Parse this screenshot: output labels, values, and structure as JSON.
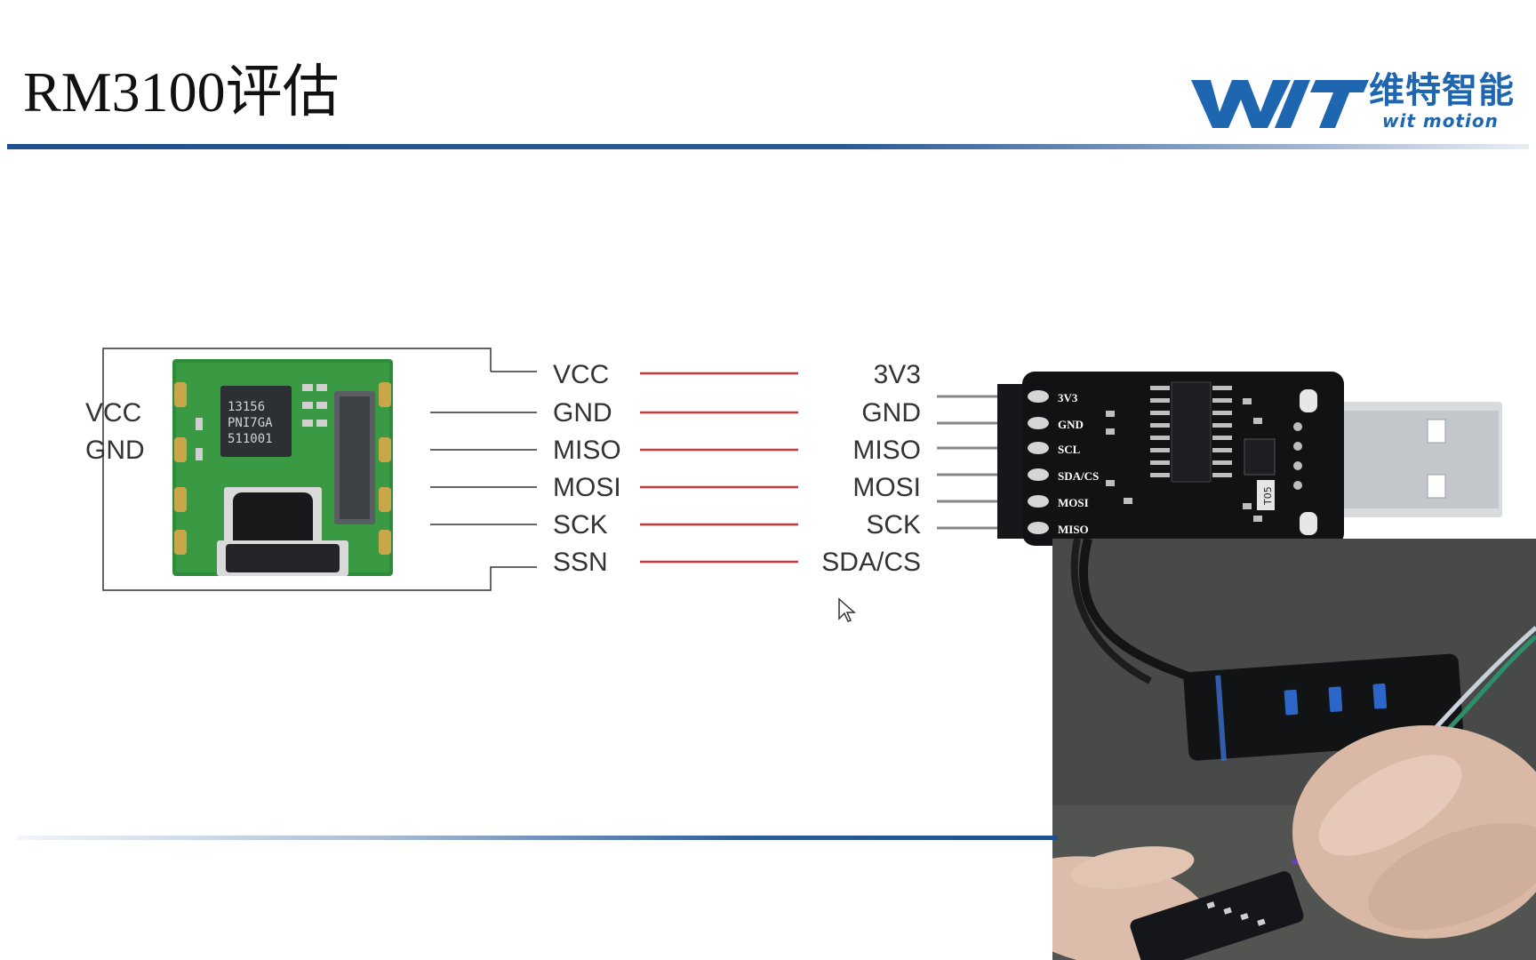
{
  "header": {
    "title": "RM3100评估",
    "logo_cn": "维特智能",
    "logo_en": "wit motion"
  },
  "sensor_board": {
    "side_labels": [
      "VCC",
      "GND"
    ],
    "chip_marking": [
      "13156",
      "PNI7GA",
      "511001"
    ],
    "pins": [
      "VCC",
      "GND",
      "MISO",
      "MOSI",
      "SCK",
      "SSN"
    ]
  },
  "adapter": {
    "pins": [
      "3V3",
      "GND",
      "MISO",
      "MOSI",
      "SCK",
      "SDA/CS"
    ],
    "board_labels": [
      "3V3",
      "GND",
      "SCL",
      "SDA/CS",
      "MOSI",
      "MISO"
    ],
    "part_marking": "T05"
  },
  "colors": {
    "accent_blue": "#1e66b0",
    "wire_red": "#d0363c",
    "line_gray": "#333333",
    "pcb_green": "#2e8b3a"
  },
  "icons": {
    "cursor": "mouse-pointer-icon"
  }
}
